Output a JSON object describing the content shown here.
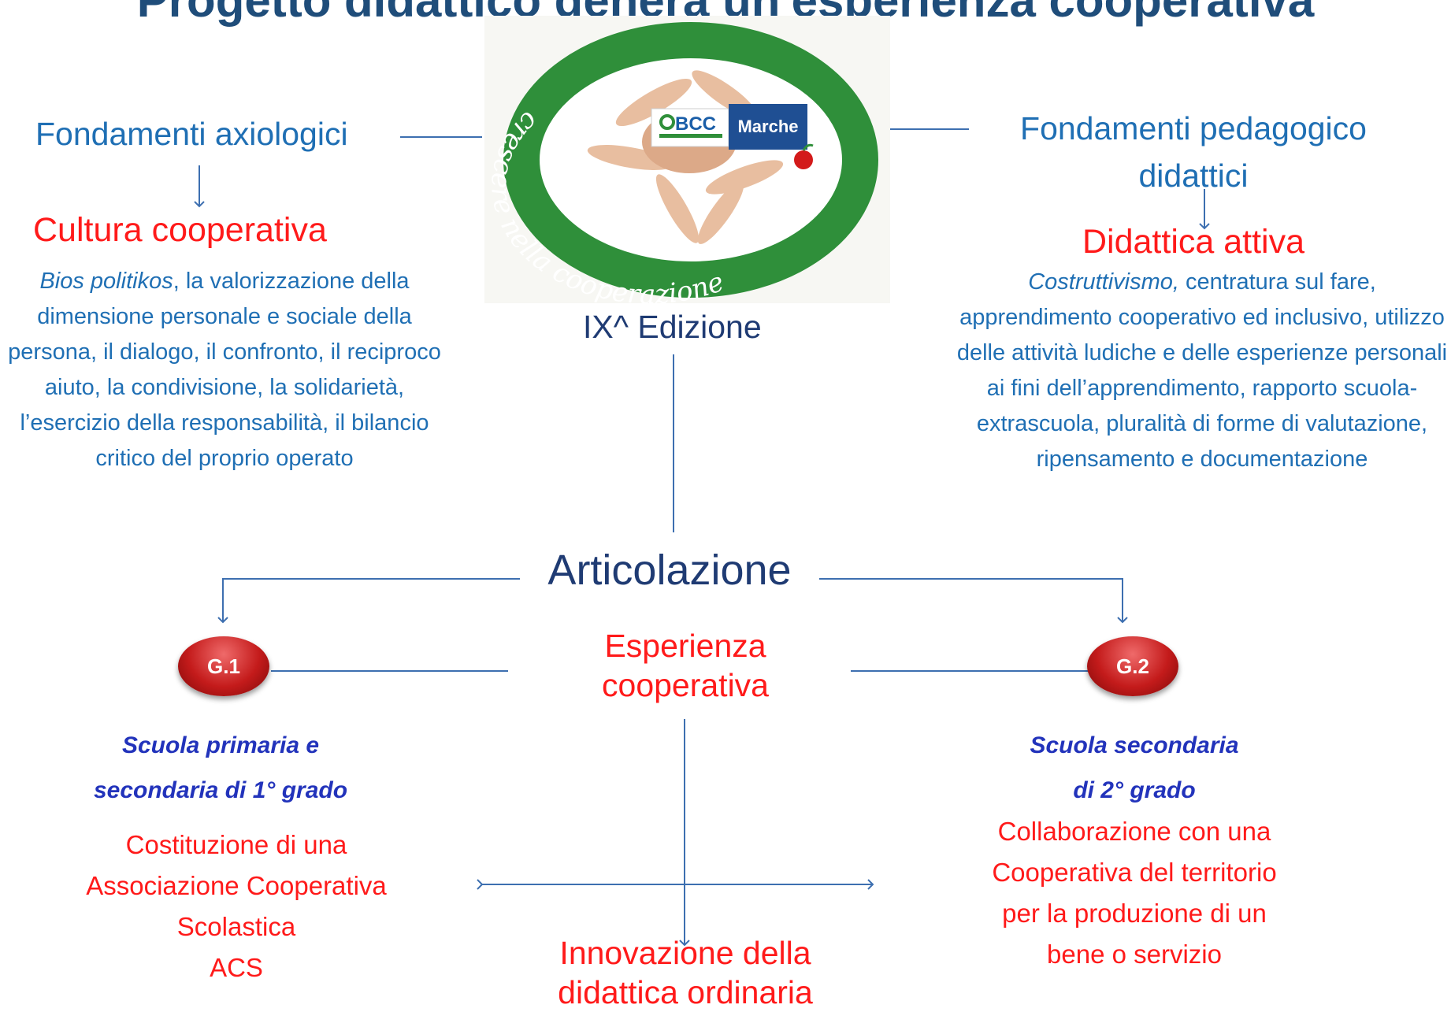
{
  "title_partial": "Progetto didattico genera un'esperienza cooperativa",
  "left": {
    "heading": "Fondamenti axiologici",
    "subheading": "Cultura cooperativa",
    "body_italic": "Bios politikos",
    "body_rest": ", la valorizzazione della dimensione personale e sociale della persona, il dialogo, il confronto,  il reciproco aiuto, la condivisione, la solidarietà, l’esercizio della responsabilità,  il bilancio critico del proprio operato"
  },
  "right": {
    "heading_line1": "Fondamenti pedagogico",
    "heading_line2": "didattici",
    "subheading": "Didattica attiva",
    "body_italic": "Costruttivismo,",
    "body_rest": " centratura sul fare, apprendimento cooperativo ed inclusivo, utilizzo delle attività ludiche  e delle esperienze personali  ai fini dell’apprendimento, rapporto scuola-extrascuola, pluralità di forme di valutazione,  ripensamento e documentazione"
  },
  "logo": {
    "name": "BCC Marche",
    "bcc": "BCC",
    "marche": "Marche",
    "slogan": "crescere nella cooperazione"
  },
  "edition": "IX^ Edizione",
  "center_label": "Articolazione",
  "middle": {
    "line1": "Esperienza",
    "line2": "cooperativa"
  },
  "g1": {
    "badge": "G.1",
    "caption_line1": "Scuola primaria e",
    "caption_line2": "secondaria di 1° grado",
    "desc_line1": "Costituzione di una",
    "desc_line2": "Associazione Cooperativa",
    "desc_line3": "Scolastica",
    "desc_line4": "ACS"
  },
  "g2": {
    "badge": "G.2",
    "caption_line1": "Scuola secondaria",
    "caption_line2": "di 2° grado",
    "desc_line1": "Collaborazione con una",
    "desc_line2": "Cooperativa del territorio",
    "desc_line3": "per la produzione di un",
    "desc_line4": "bene o servizio"
  },
  "bottom": {
    "line1": "Innovazione della",
    "line2": "didattica ordinaria"
  },
  "colors": {
    "blue_text": "#1f6fb4",
    "red_text": "#ff1a1a",
    "navy_text": "#1f3b73",
    "caption_blue": "#2233bb",
    "connector": "#3d6fb0",
    "logo_green": "#2f8f3a",
    "badge_red": "#c41b1b"
  }
}
